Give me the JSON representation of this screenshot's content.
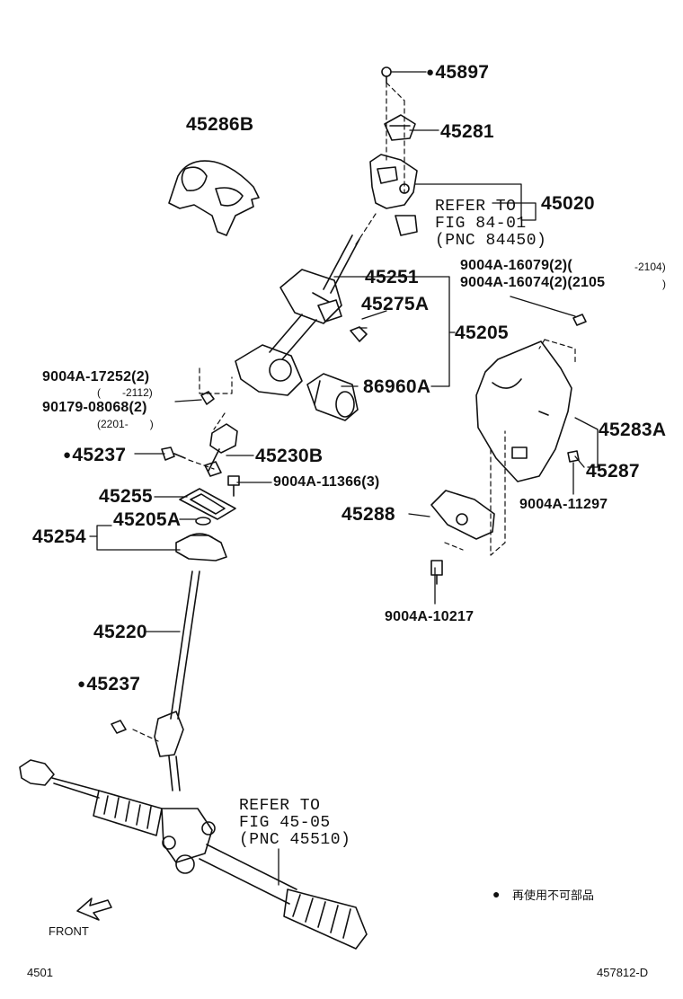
{
  "callouts": {
    "p45897": "45897",
    "p45286B": "45286B",
    "p45281": "45281",
    "p45020": "45020",
    "p45251": "45251",
    "p45275A": "45275A",
    "p45205": "45205",
    "p86960A": "86960A",
    "p45283A": "45283A",
    "p45287": "45287",
    "p45237a": "45237",
    "p45230B": "45230B",
    "p45255": "45255",
    "p45205A": "45205A",
    "p45254": "45254",
    "p45288": "45288",
    "p45220": "45220",
    "p45237b": "45237"
  },
  "bolts": {
    "b16079": "9004A-16079(2)(",
    "b16079r": "-2104)",
    "b16074": "9004A-16074(2)(2105",
    "b16074r": ")",
    "b17252": "9004A-17252(2)",
    "b17252r": "(　　-2112)",
    "b08068": "90179-08068(2)",
    "b08068r": "(2201-　　)",
    "b11366": "9004A-11366(3)",
    "b11297": "9004A-11297",
    "b10217": "9004A-10217"
  },
  "refs": {
    "r1a": "REFER TO",
    "r1b": "FIG 84-01",
    "r1c": "(PNC 84450)",
    "r2a": "REFER TO",
    "r2b": "FIG 45-05",
    "r2c": "(PNC 45510)"
  },
  "legend": {
    "text": "再使用不可部品"
  },
  "footer": {
    "front": "FRONT",
    "page_code": "4501",
    "figure_id": "457812-D"
  }
}
